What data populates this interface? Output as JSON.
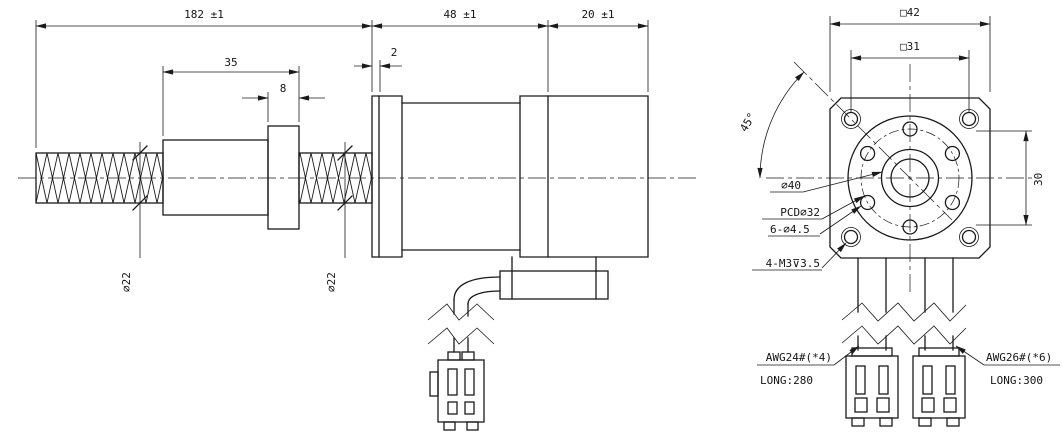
{
  "side_view": {
    "dims": {
      "overall_length": "182 ±1",
      "motor_length": "48 ±1",
      "rear_length": "20 ±1",
      "nut_length": "35",
      "flange_width": "8",
      "plate_thickness": "2",
      "screw_dia_front": "⌀22",
      "screw_dia_rear": "⌀22"
    }
  },
  "front_view": {
    "dims": {
      "flange_square": "□42",
      "mount_square": "□31",
      "corner_angle": "45°",
      "side_height": "30"
    },
    "callouts": {
      "pilot_dia": "⌀40",
      "pcd": "PCD⌀32",
      "through_holes": "6-⌀4.5",
      "tapped_holes": "4-M3⊽3.5"
    },
    "cables": {
      "left_gauge": "AWG24#(*4)",
      "left_length": "LONG:280",
      "right_gauge": "AWG26#(*6)",
      "right_length": "LONG:300"
    }
  }
}
